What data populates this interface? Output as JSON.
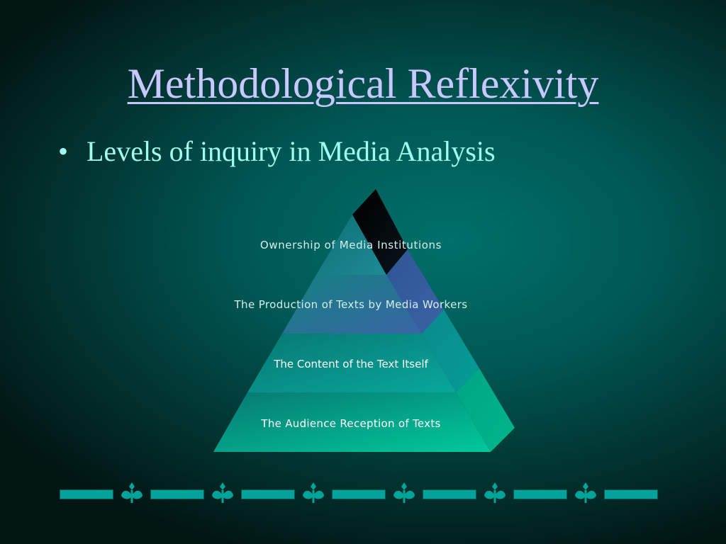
{
  "slide": {
    "title": "Methodological Reflexivity",
    "bullets": [
      "Levels of inquiry in Media Analysis"
    ]
  },
  "pyramid": {
    "levels": [
      "Ownership of Media Institutions",
      "The Production of Texts by Media Workers",
      "The Content of the Text Itself",
      "The Audience Reception of Texts"
    ]
  },
  "colors": {
    "title": "#c8c8ff",
    "bullet_text": "#9ffcef",
    "divider": "#02a398"
  },
  "footer": {
    "ornament_icon": "leaf-sprout-icon",
    "ornament_count": 6
  }
}
